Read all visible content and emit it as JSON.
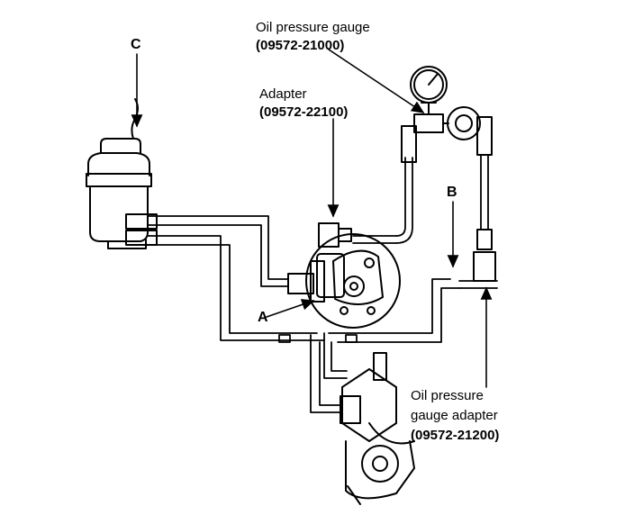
{
  "labels": {
    "c": "C",
    "b": "B",
    "a": "A",
    "oil_gauge_name": "Oil pressure gauge",
    "oil_gauge_part": "(09572-21000)",
    "adapter_name": "Adapter",
    "adapter_part": "(09572-22100)",
    "gauge_adapter_line1": "Oil pressure",
    "gauge_adapter_line2": "gauge adapter",
    "gauge_adapter_part": "(09572-21200)"
  },
  "colors": {
    "line": "#000000",
    "background": "#ffffff"
  }
}
